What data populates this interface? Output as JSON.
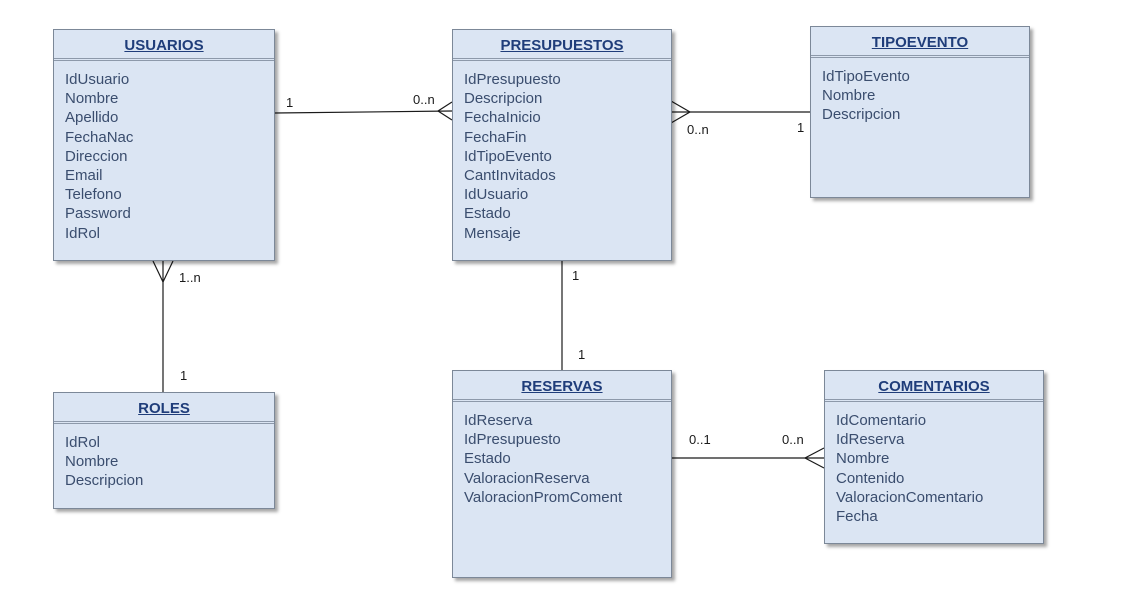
{
  "entities": {
    "usuarios": {
      "title": "USUARIOS",
      "attributes": [
        "IdUsuario",
        "Nombre",
        "Apellido",
        "FechaNac",
        "Direccion",
        "Email",
        "Telefono",
        "Password",
        "IdRol"
      ]
    },
    "presupuestos": {
      "title": "PRESUPUESTOS",
      "attributes": [
        "IdPresupuesto",
        "Descripcion",
        "FechaInicio",
        "FechaFin",
        "IdTipoEvento",
        "CantInvitados",
        "IdUsuario",
        "Estado",
        "Mensaje"
      ]
    },
    "tipoevento": {
      "title": "TIPOEVENTO",
      "attributes": [
        "IdTipoEvento",
        "Nombre",
        "Descripcion"
      ]
    },
    "roles": {
      "title": "ROLES",
      "attributes": [
        "IdRol",
        "Nombre",
        "Descripcion"
      ]
    },
    "reservas": {
      "title": "RESERVAS",
      "attributes": [
        "IdReserva",
        "IdPresupuesto",
        "Estado",
        "ValoracionReserva",
        "ValoracionPromComent"
      ]
    },
    "comentarios": {
      "title": "COMENTARIOS",
      "attributes": [
        "IdComentario",
        "IdReserva",
        "Nombre",
        "Contenido",
        "ValoracionComentario",
        "Fecha"
      ]
    }
  },
  "relationships": {
    "usuarios_presupuestos": {
      "from_card": "1",
      "to_card": "0..n"
    },
    "presupuestos_tipoevento": {
      "from_card": "0..n",
      "to_card": "1"
    },
    "usuarios_roles": {
      "from_card": "1..n",
      "to_card": "1"
    },
    "presupuestos_reservas": {
      "from_card": "1",
      "to_card": "1"
    },
    "reservas_comentarios": {
      "from_card": "0..1",
      "to_card": "0..n"
    }
  }
}
